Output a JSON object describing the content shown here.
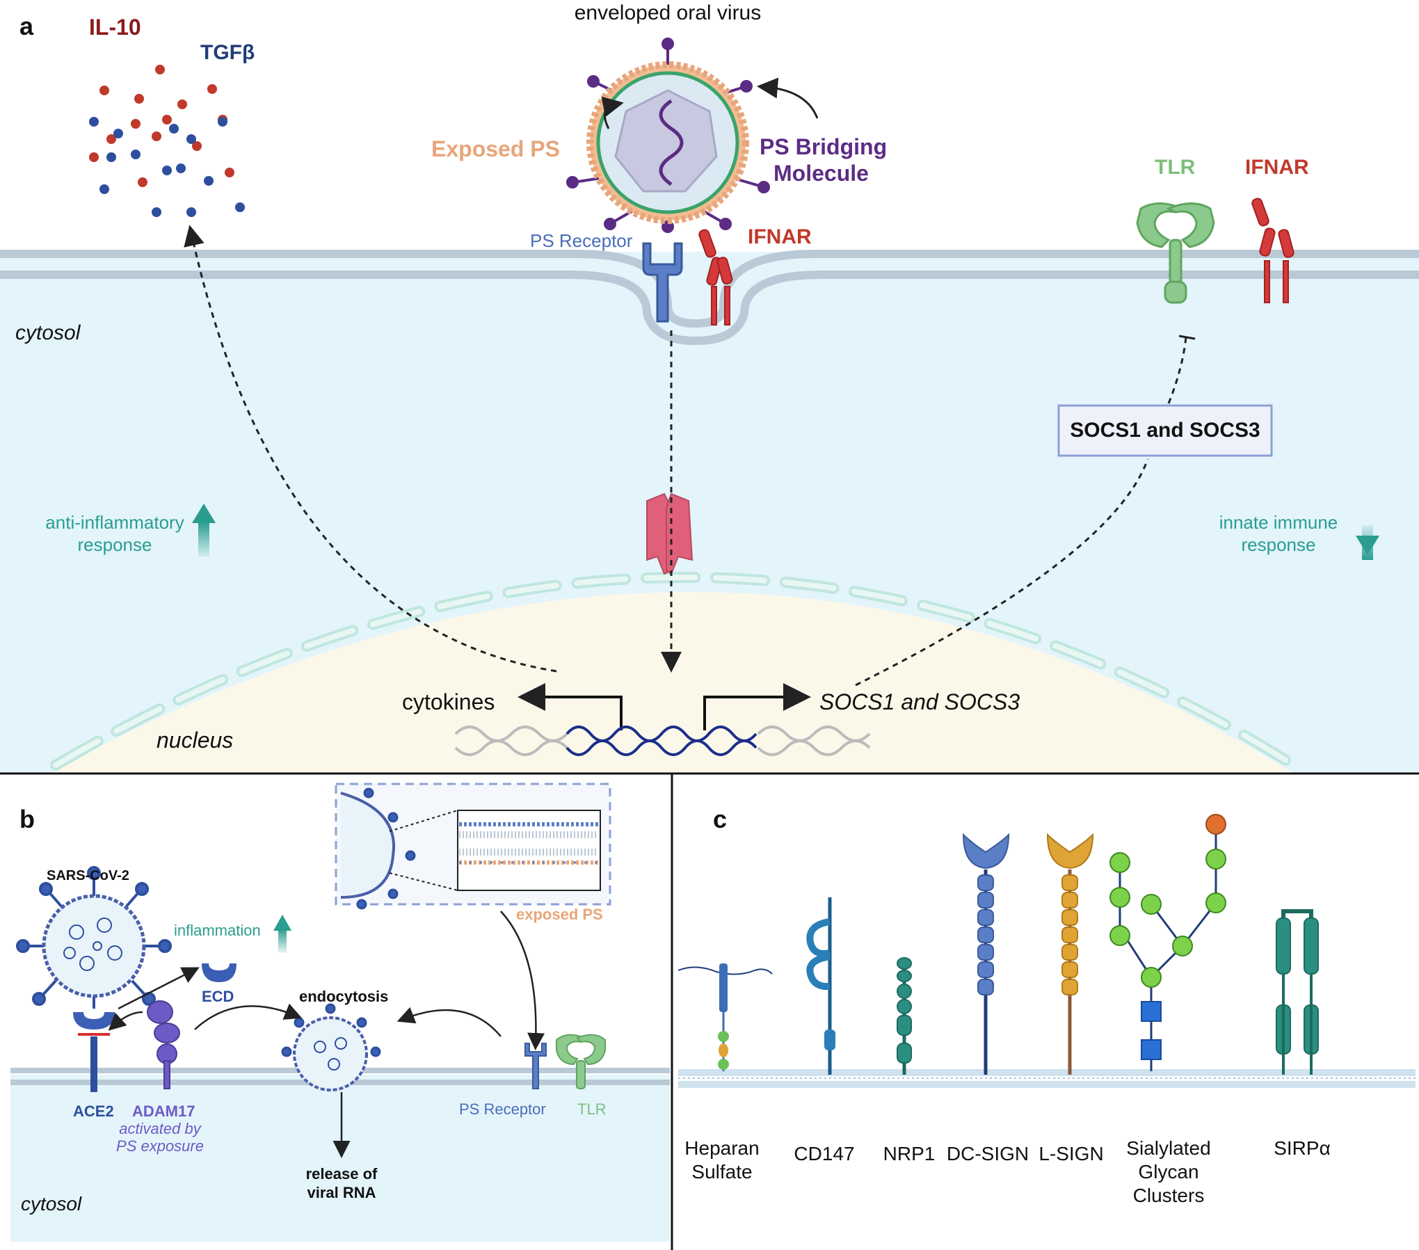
{
  "panel_a": {
    "label": "a",
    "virus_title": "enveloped oral virus",
    "exposed_ps": "Exposed PS",
    "ps_bridging_1": "PS Bridging",
    "ps_bridging_2": "Molecule",
    "il10": "IL-10",
    "tgfb": "TGFβ",
    "ps_receptor": "PS Receptor",
    "ifnar_left": "IFNAR",
    "tlr": "TLR",
    "ifnar_right": "IFNAR",
    "cytosol": "cytosol",
    "nucleus": "nucleus",
    "socs_box": "SOCS1 and SOCS3",
    "anti_inflammatory_1": "anti-inflammatory",
    "anti_inflammatory_2": "response",
    "innate_1": "innate immune",
    "innate_2": "response",
    "cytokines": "cytokines",
    "socs_gene": "SOCS1 and SOCS3"
  },
  "panel_b": {
    "label": "b",
    "sars": "SARS-CoV-2",
    "inflammation": "inflammation",
    "ecd": "ECD",
    "endocytosis": "endocytosis",
    "exposed_ps": "exposed PS",
    "ace2": "ACE2",
    "adam17": "ADAM17",
    "activated_1": "activated by",
    "activated_2": "PS exposure",
    "release_1": "release of",
    "release_2": "viral RNA",
    "ps_receptor": "PS Receptor",
    "tlr": "TLR",
    "cytosol": "cytosol"
  },
  "panel_c": {
    "label": "c",
    "receptors": [
      {
        "line1": "Heparan",
        "line2": "Sulfate"
      },
      {
        "line1": "CD147",
        "line2": ""
      },
      {
        "line1": "NRP1",
        "line2": ""
      },
      {
        "line1": "DC-SIGN",
        "line2": ""
      },
      {
        "line1": "L-SIGN",
        "line2": ""
      },
      {
        "line1": "Sialylated",
        "line2": "Glycan",
        "line3": "Clusters"
      },
      {
        "line1": "SIRPα",
        "line2": ""
      }
    ]
  },
  "colors": {
    "cytosol_bg": "#e3f4fb",
    "membrane": "#b9c9d6",
    "nucleus_bg": "#fbf8ea",
    "teal": "#2a9d8f",
    "red": "#c0392b",
    "darkred": "#8b1a1a",
    "navy": "#1f3d7a",
    "purple": "#5b2c83",
    "orange": "#e8a57a",
    "green": "#7bbf7b",
    "blue_receptor": "#5a7fc6"
  }
}
